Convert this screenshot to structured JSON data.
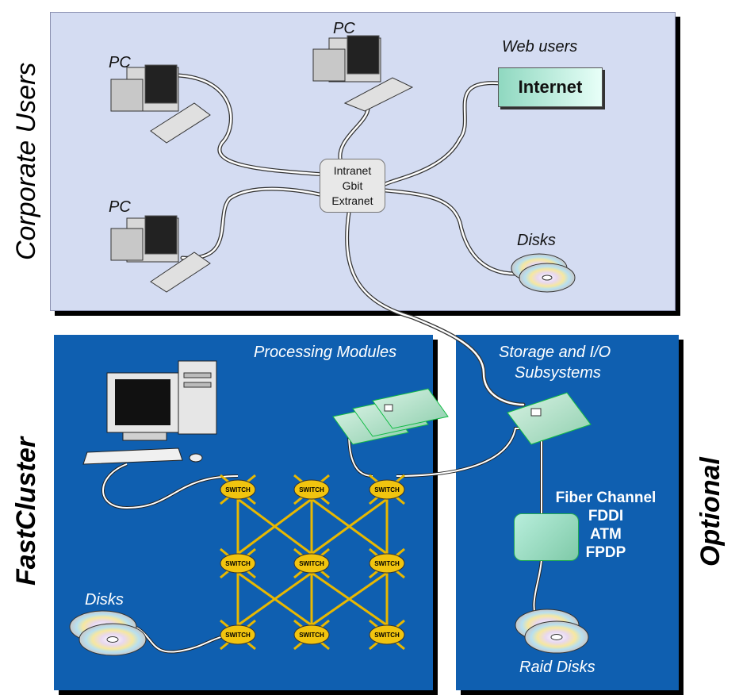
{
  "regions": {
    "corporate_users": "Corporate Users",
    "fastcluster": "FastCluster",
    "optional": "Optional"
  },
  "labels": {
    "pc_1": "PC",
    "pc_2": "PC",
    "pc_3": "PC",
    "web_users": "Web users",
    "internet": "Internet",
    "disks_corporate": "Disks",
    "processing_modules": "Processing Modules",
    "storage_io_line1": "Storage and I/O",
    "storage_io_line2": "Subsystems",
    "disks_cluster": "Disks",
    "raid_disks": "Raid Disks"
  },
  "hub": {
    "line1": "Intranet",
    "line2": "Gbit",
    "line3": "Extranet"
  },
  "protocols": [
    "Fiber Channel",
    "FDDI",
    "ATM",
    "FPDP"
  ],
  "switch_label": "SWITCH",
  "colors": {
    "corporate_bg": "#d4dcf2",
    "cluster_bg": "#0f5fb0",
    "switch_fill": "#f1c40f",
    "interconnect": "#e8b800",
    "internet_fill": "#8fd8c0"
  }
}
